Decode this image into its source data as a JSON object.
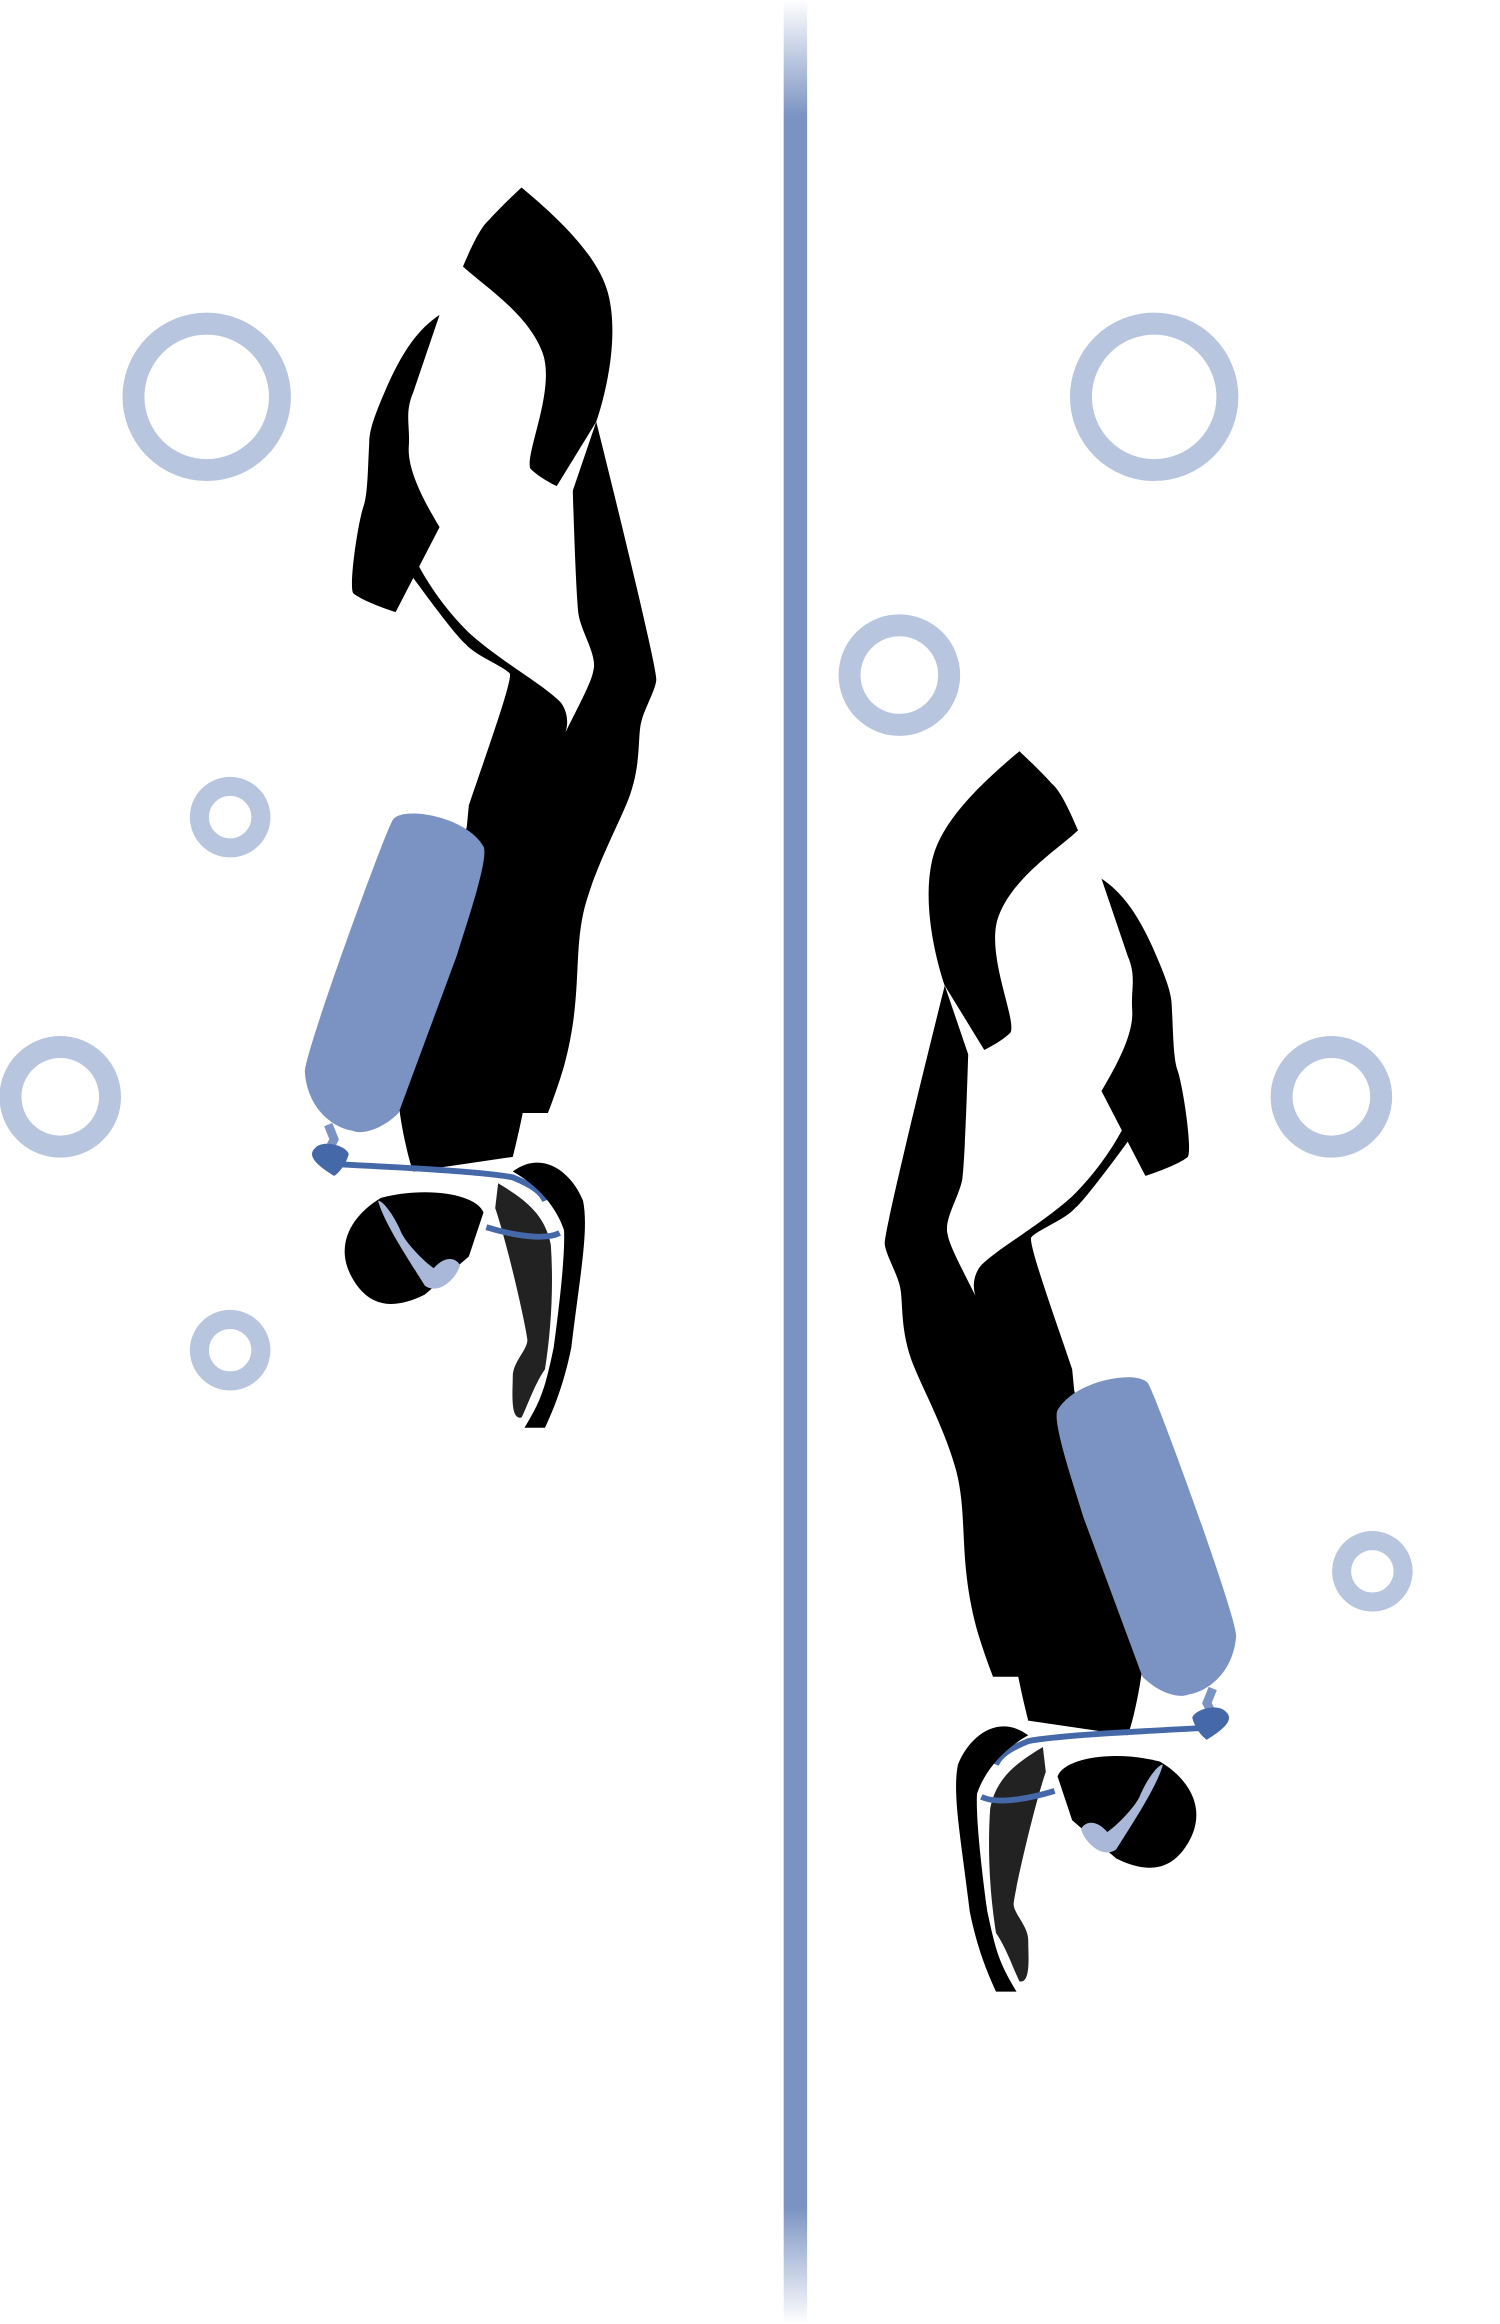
{
  "colors": {
    "background": "#ffffff",
    "rope": "#7b93c3",
    "bubble": "#b8c5df",
    "silhouette": "#000000",
    "tank": "#7b93c3",
    "hose": "#4468a8",
    "light_accent": "#a9b8d8",
    "arm_dark": "#222222"
  },
  "icons": {
    "left_diver": "scuba-diver-silhouette",
    "right_diver": "scuba-diver-silhouette-mirrored",
    "bubbles": "air-bubble-rings",
    "rope": "descent-line"
  }
}
